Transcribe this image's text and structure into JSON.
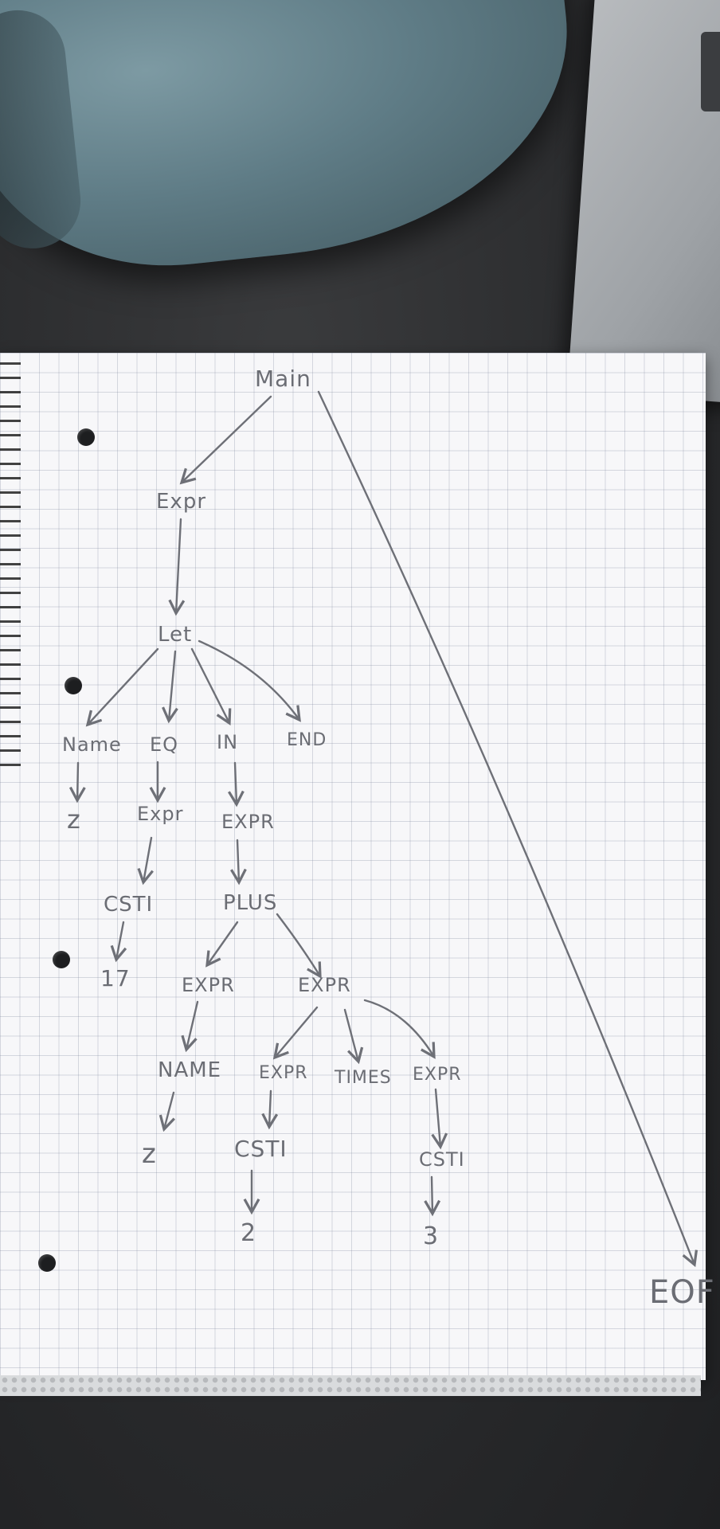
{
  "nodes": {
    "main": "Main",
    "expr_top": "Expr",
    "let": "Let",
    "name": "Name",
    "eq": "EQ",
    "in": "IN",
    "end": "END",
    "name_value": "z",
    "eq_expr": "Expr",
    "csti_17": "CSTI",
    "value_17": "17",
    "in_expr": "EXPR",
    "plus": "PLUS",
    "plus_left_expr": "EXPR",
    "plus_right_expr": "EXPR",
    "name_upper": "NAME",
    "name_upper_value": "z",
    "times_left_expr": "EXPR",
    "times": "TIMES",
    "times_right_expr": "EXPR",
    "csti_2": "CSTI",
    "value_2": "2",
    "csti_3": "CSTI",
    "value_3": "3",
    "eof": "EOF"
  },
  "colors": {
    "ink": "#6b6d74",
    "paper": "#f7f7f9",
    "bag": "#5f7c86",
    "laptop": "#9ea2a6",
    "desk": "#2b2c2e"
  }
}
